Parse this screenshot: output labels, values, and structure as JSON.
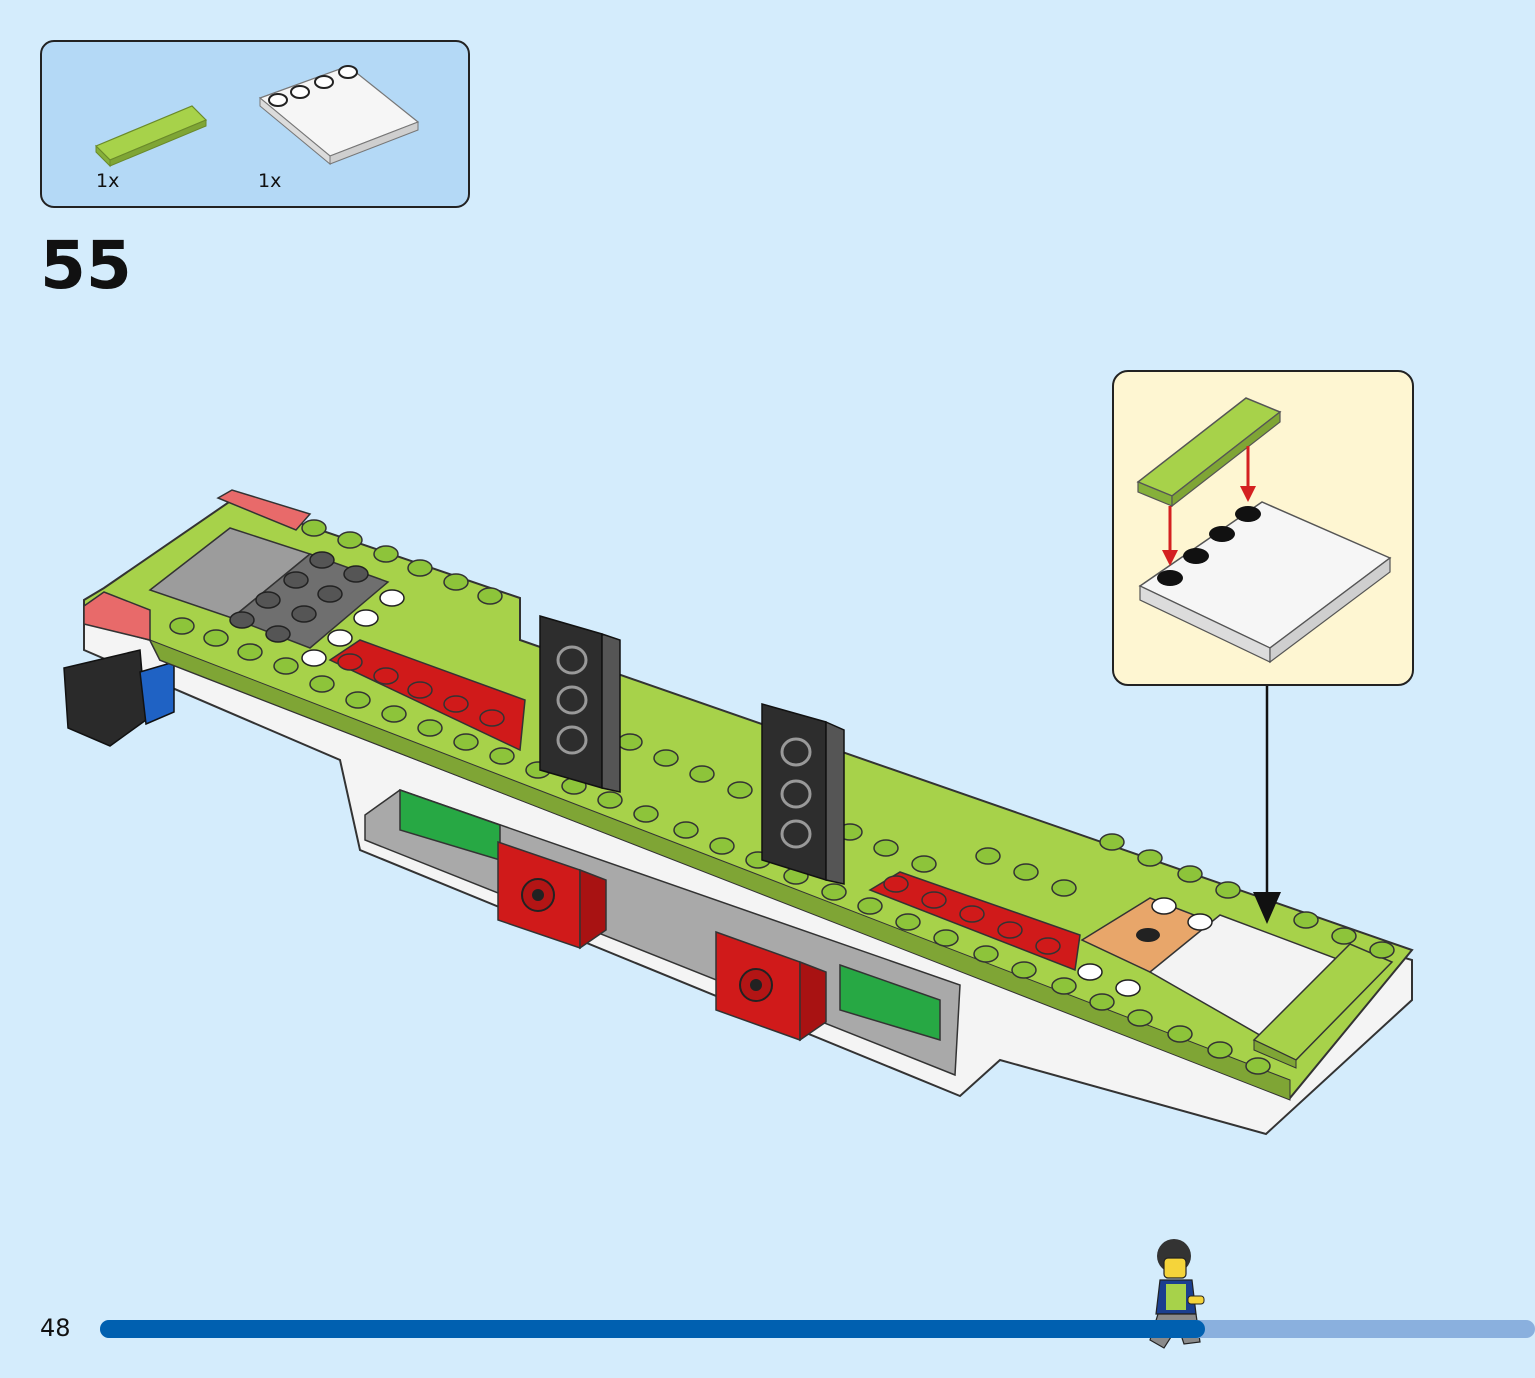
{
  "page": {
    "number": "48",
    "step_number": "55"
  },
  "parts_list": [
    {
      "qty": "1x",
      "part": "lime-green-tile-1x4",
      "color": "#a7d24a"
    },
    {
      "qty": "1x",
      "part": "white-plate-4x4-with-studs",
      "color": "#f3f3f3"
    }
  ],
  "progress": {
    "fraction": 0.77,
    "filled_color": "#0060b0",
    "remaining_color": "#8ab0de"
  },
  "colors": {
    "background": "#d4ecfc",
    "parts_box": "#b4d9f6",
    "callout": "#fef6d2",
    "arrow": "#d42020"
  }
}
